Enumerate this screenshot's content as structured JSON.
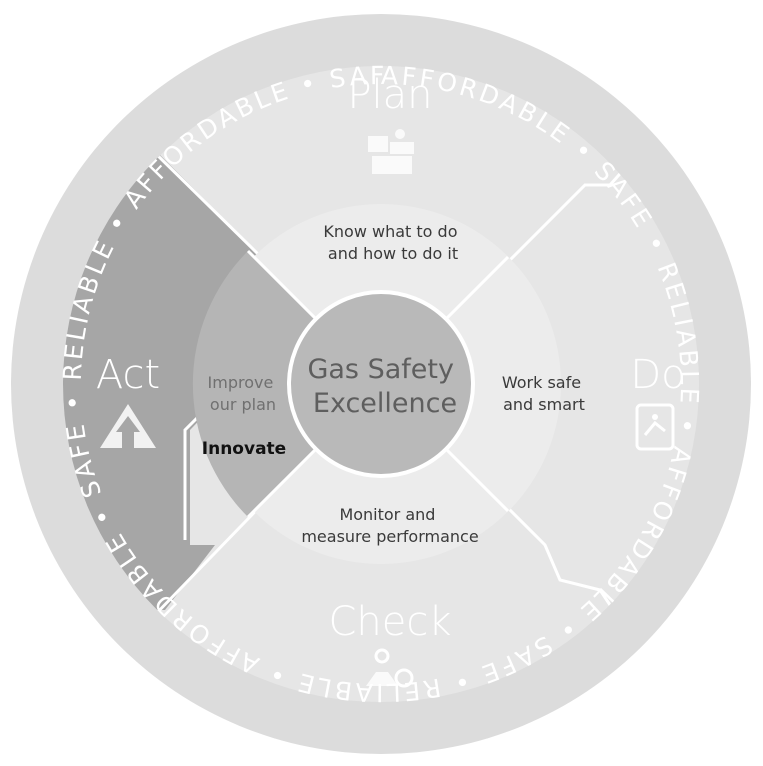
{
  "outer_ring": {
    "phrases": [
      "AFFORDABLE • SAFE • RELIABLE • AFFORDABLE • SAFE • RELIABLE • AFFORDABLE • SAFE • RELIABLE • AFFORDABLE • SAFE • RELIABLE • "
    ]
  },
  "phases": {
    "plan": "Plan",
    "do": "Do",
    "check": "Check",
    "act": "Act"
  },
  "inner": {
    "plan_line1": "Know what to do",
    "plan_line2": "and how to do it",
    "do_line1": "Work safe",
    "do_line2": "and smart",
    "check_line1": "Monitor and",
    "check_line2": "measure performance",
    "act_line1": "Improve",
    "act_line2": "our plan",
    "act_highlight": "Innovate"
  },
  "center": {
    "line1": "Gas Safety",
    "line2": "Excellence"
  },
  "colors": {
    "outer_ring": "#dcdcdc",
    "middle": "#e6e6e6",
    "inner": "#ececec",
    "act_band": "#a6a6a6",
    "act_inner": "#b5b5b5",
    "center_circle": "#b9b9b9",
    "divider": "#ffffff"
  }
}
